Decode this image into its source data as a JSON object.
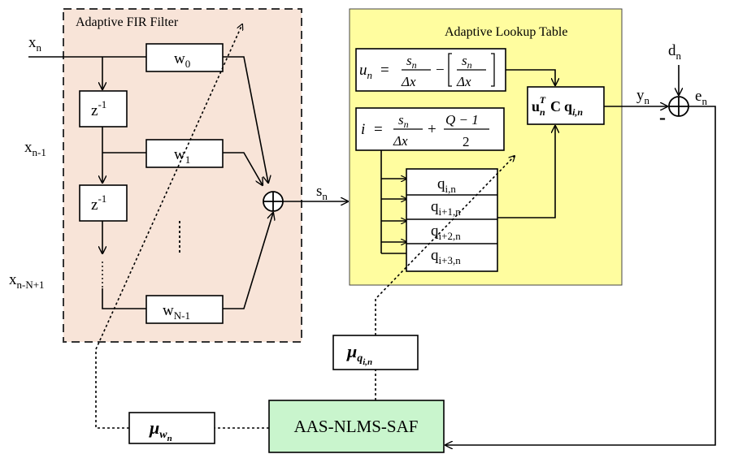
{
  "fir": {
    "title": "Adaptive FIR Filter",
    "x_n": "x",
    "x_n_sub": "n",
    "x_n1": "x",
    "x_n1_sub": "n-1",
    "x_nN": "x",
    "x_nN_sub": "n-N+1",
    "z1": "z",
    "z1_sup": "-1",
    "z2": "z",
    "z2_sup": "-1",
    "w0": "w",
    "w0_sub": "0",
    "w1": "w",
    "w1_sub": "1",
    "wN": "w",
    "wN_sub": "N-1",
    "ellipsis": "⋮"
  },
  "s_n": "s",
  "s_n_sub": "n",
  "lut": {
    "title": "Adaptive Lookup Table",
    "u_lhs": "u",
    "u_lhs_sub": "n",
    "i_lhs": "i",
    "s": "s",
    "s_sub": "n",
    "dx": "Δx",
    "q_minus": "Q − 1",
    "two": "2",
    "eq": "=",
    "minus": "−",
    "plus": "+",
    "q0": "q",
    "q0_sub": "i,n",
    "q1": "q",
    "q1_sub": "i+1,n",
    "q2": "q",
    "q2_sub": "i+2,n",
    "q3": "q",
    "q3_sub": "i+3,n",
    "prod_u": "u",
    "prod_sub": "n",
    "prod_sup": "T",
    "prod_c": "C",
    "prod_q": "q",
    "prod_q_sub": "i,n"
  },
  "y_n": "y",
  "y_n_sub": "n",
  "d_n": "d",
  "d_n_sub": "n",
  "e_n": "e",
  "e_n_sub": "n",
  "minus_sign": "-",
  "mu_q": "μ",
  "mu_q_sub": "q",
  "mu_q_subsub": "i,n",
  "mu_w": "μ",
  "mu_w_sub": "w",
  "mu_w_subsub": "n",
  "saf": "AAS-NLMS-SAF",
  "colors": {
    "fir_bg": "#f8e4d8",
    "lut_bg": "#fffd9f",
    "saf_bg": "#c9f5cd"
  }
}
